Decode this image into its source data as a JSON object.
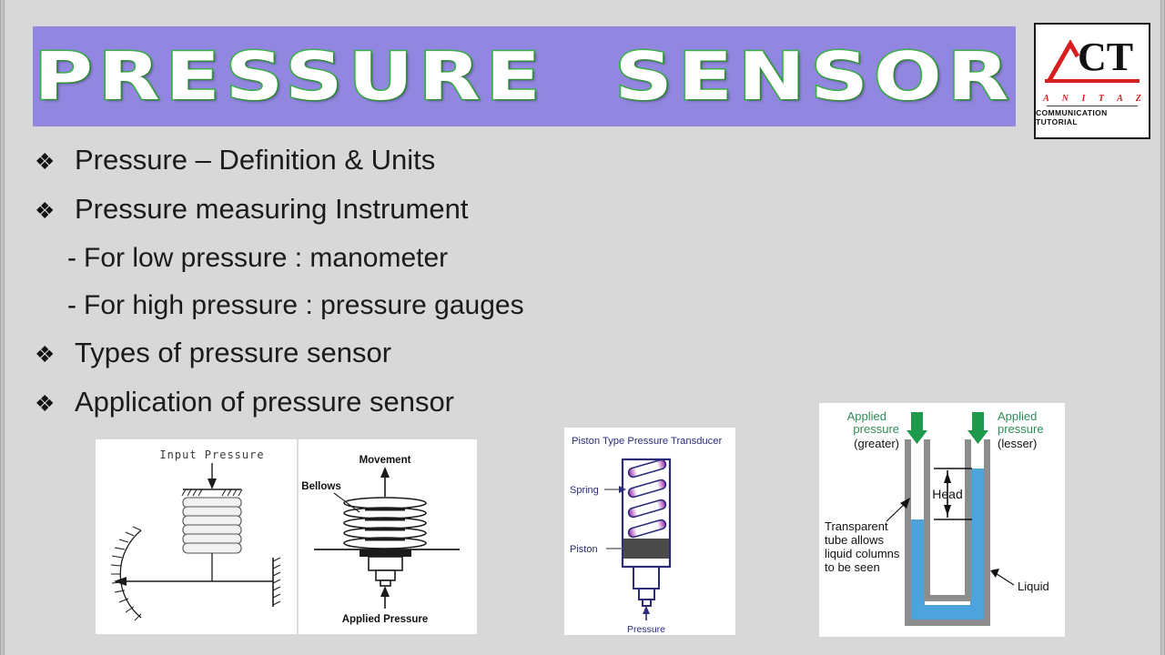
{
  "slide": {
    "background_color": "#d8d8d8",
    "title": {
      "word1": "PRESSURE",
      "word2": "SENSOR",
      "banner_color": "#9287e0",
      "text_color": "#ffffff",
      "outline_color": "#3cb04a"
    },
    "logo": {
      "mark": "ACT",
      "letters": "CT",
      "subtitle": "A N I T A Z",
      "tagline": "COMMUNICATION TUTORIAL",
      "red": "#d81f1f",
      "black": "#111111"
    },
    "bullets": [
      {
        "glyph": "❖",
        "text": "Pressure – Definition & Units",
        "level": 1
      },
      {
        "glyph": "❖",
        "text": "Pressure measuring Instrument",
        "level": 1
      },
      {
        "glyph": "-",
        "text": "For low pressure : manometer",
        "level": 2
      },
      {
        "glyph": "-",
        "text": "For high pressure : pressure gauges",
        "level": 2
      },
      {
        "glyph": "❖",
        "text": "Types of pressure sensor",
        "level": 1
      },
      {
        "glyph": "❖",
        "text": "Application of pressure sensor",
        "level": 1
      }
    ]
  },
  "figures": {
    "bellows": {
      "name": "bellows-pressure-element-diagram",
      "labels": {
        "input_pressure": "Input Pressure",
        "bellows": "Bellows",
        "movement": "Movement",
        "applied_pressure": "Applied Pressure"
      },
      "line_color": "#1b1b1b"
    },
    "piston": {
      "name": "piston-type-pressure-transducer-diagram",
      "title": "Piston Type Pressure Transducer",
      "labels": {
        "spring": "Spring",
        "piston": "Piston",
        "pressure": "Pressure"
      },
      "colors": {
        "outline": "#2b2b7a",
        "spring": "#9b23a8",
        "spring_light": "#ffffff",
        "piston": "#4a4a4a",
        "title": "#2b2b7a"
      }
    },
    "manometer": {
      "name": "u-tube-manometer-diagram",
      "labels": {
        "applied_greater_l1": "Applied",
        "applied_greater_l2": "pressure",
        "applied_greater_l3": "(greater)",
        "applied_lesser_l1": "Applied",
        "applied_lesser_l2": "pressure",
        "applied_lesser_l3": "(lesser)",
        "head": "Head",
        "transparent_l1": "Transparent",
        "transparent_l2": "tube allows",
        "transparent_l3": "liquid columns",
        "transparent_l4": "to be seen",
        "liquid": "Liquid"
      },
      "colors": {
        "arrow_green": "#1f9a4d",
        "label_green": "#2e8b57",
        "tube_gray": "#8d8d8d",
        "liquid_blue": "#4ea3dd",
        "text": "#111111"
      }
    }
  }
}
